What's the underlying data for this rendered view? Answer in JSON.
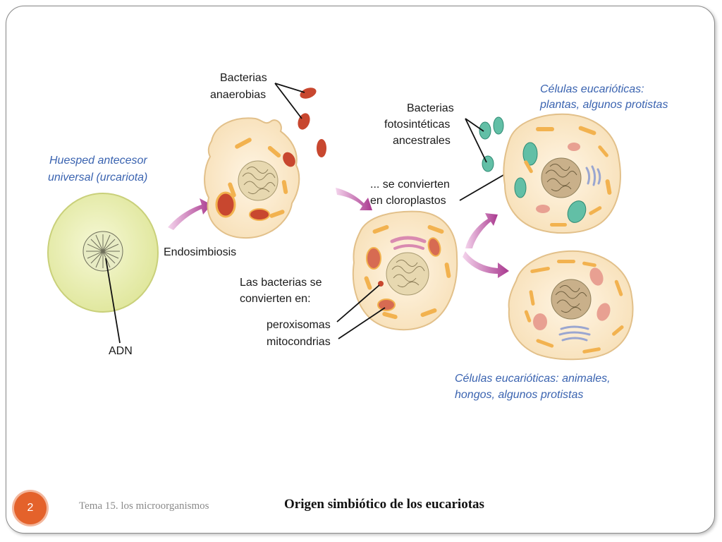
{
  "diagram": {
    "labels": {
      "host_line1": "Huesped antecesor",
      "host_line2": "universal (urcariota)",
      "dna": "ADN",
      "endosymbiosis": "Endosimbiosis",
      "anaerobic_line1": "Bacterias",
      "anaerobic_line2": "anaerobias",
      "photo_line1": "Bacterias",
      "photo_line2": "fotosintéticas",
      "photo_line3": "ancestrales",
      "chloro_line1": "... se convierten",
      "chloro_line2": "en cloroplastos",
      "become_line1": "Las bacterias se",
      "become_line2": "convierten en:",
      "peroxisomes": "peroxisomas",
      "mitochondria": "mitocondrias",
      "plants_line1": "Células eucarióticas:",
      "plants_line2": "plantas, algunos protistas",
      "animals_line1": "Células eucarióticas: animales,",
      "animals_line2": "hongos, algunos protistas"
    },
    "colors": {
      "host_cell": "#eef2b4",
      "eukaryote_cell": "#fbecd0",
      "organelle": "#f2b24f",
      "bacteria": "#c8472f",
      "chloroplast": "#62bfa6",
      "arrow": "#a9388f",
      "label_blue": "#3a63b0"
    }
  },
  "footer": {
    "slide_number": "2",
    "course": "Tema 15. los microorganismos",
    "title": "Origen simbiótico de los eucariotas"
  }
}
